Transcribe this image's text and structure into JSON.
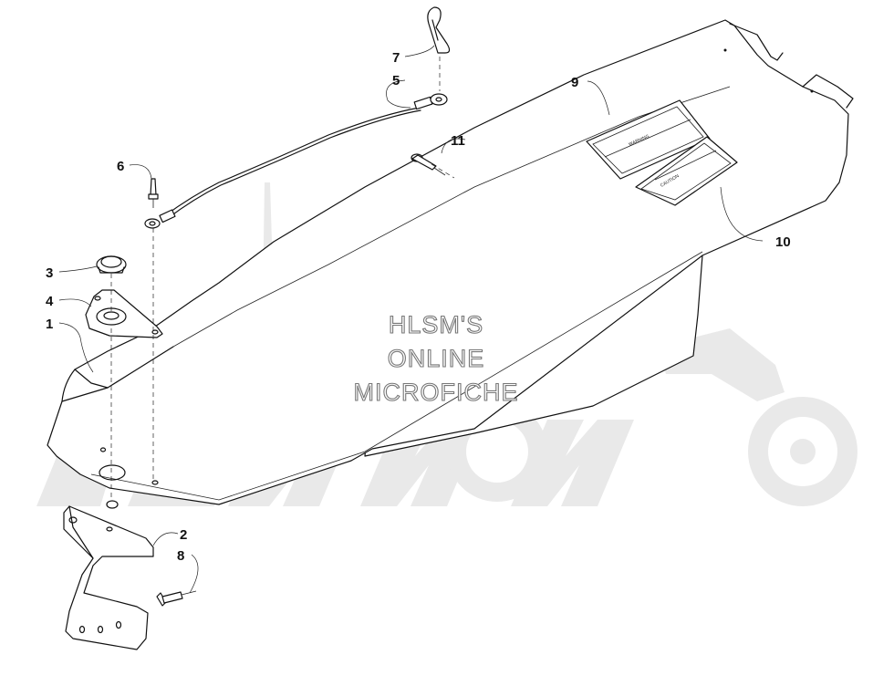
{
  "diagram": {
    "callouts": [
      {
        "id": "1",
        "label": "1"
      },
      {
        "id": "2",
        "label": "2"
      },
      {
        "id": "3",
        "label": "3"
      },
      {
        "id": "4",
        "label": "4"
      },
      {
        "id": "5",
        "label": "5"
      },
      {
        "id": "6",
        "label": "6"
      },
      {
        "id": "7",
        "label": "7"
      },
      {
        "id": "8",
        "label": "8"
      },
      {
        "id": "9",
        "label": "9"
      },
      {
        "id": "10",
        "label": "10"
      },
      {
        "id": "11",
        "label": "11"
      }
    ],
    "watermark": {
      "line1": "HLSM'S",
      "line2": "ONLINE",
      "line3": "MICROFICHE"
    }
  }
}
